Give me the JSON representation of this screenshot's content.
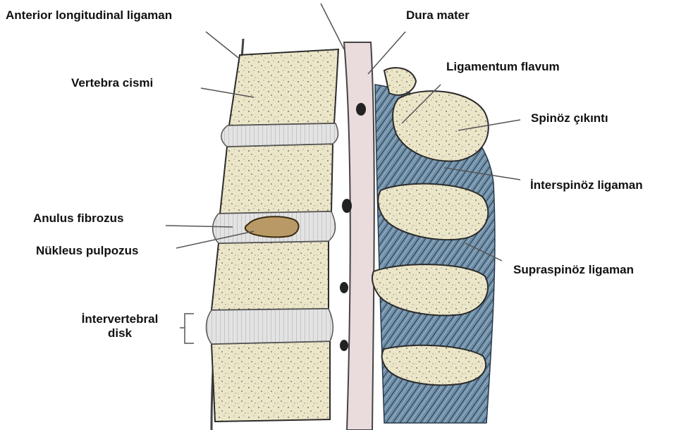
{
  "labels": {
    "anterior_longitudinal": "Anterior longitudinal ligaman",
    "dura_mater": "Dura mater",
    "vertebra_cismi": "Vertebra cismi",
    "ligamentum_flavum": "Ligamentum flavum",
    "spinoz_cikinti": "Spinöz çıkıntı",
    "interspinoz": "İnterspinöz ligaman",
    "anulus_fibrozus": "Anulus fibrozus",
    "nukleus_pulpozus": "Nükleus pulpozus",
    "supraspinoz": "Supraspinöz ligaman",
    "intervertebral_line1": "İntervertebral",
    "intervertebral_line2": "disk"
  },
  "colors": {
    "bone": "#ece6c9",
    "bone_outline": "#2b2b2b",
    "disc": "#dcdcdc",
    "nucleus": "#b99a66",
    "dura": "#eadbdc",
    "ligament": "#6f8fa8",
    "leader": "#555555"
  }
}
